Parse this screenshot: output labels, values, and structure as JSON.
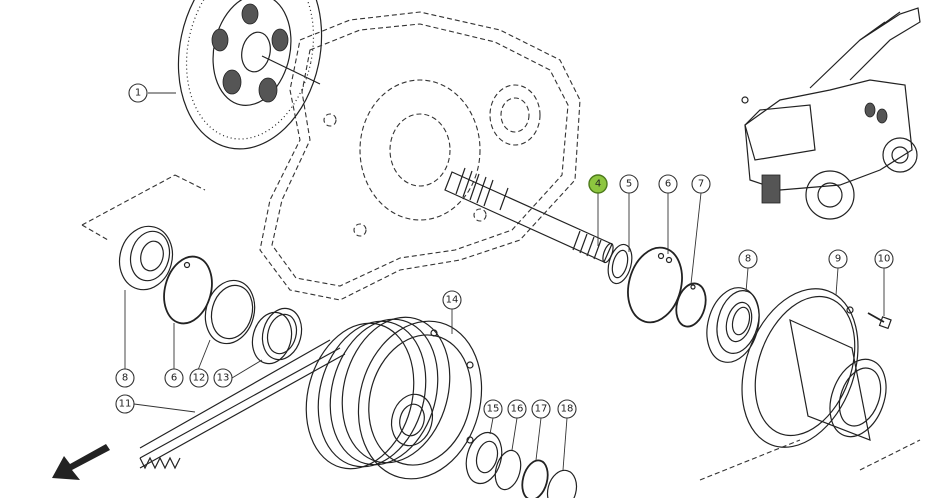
{
  "callouts": [
    {
      "id": "1",
      "label": "1",
      "highlighted": false
    },
    {
      "id": "4",
      "label": "4",
      "highlighted": true
    },
    {
      "id": "5",
      "label": "5",
      "highlighted": false
    },
    {
      "id": "6a",
      "label": "6",
      "highlighted": false
    },
    {
      "id": "7",
      "label": "7",
      "highlighted": false
    },
    {
      "id": "8a",
      "label": "8",
      "highlighted": false
    },
    {
      "id": "9",
      "label": "9",
      "highlighted": false
    },
    {
      "id": "10",
      "label": "10",
      "highlighted": false
    },
    {
      "id": "8b",
      "label": "8",
      "highlighted": false
    },
    {
      "id": "6b",
      "label": "6",
      "highlighted": false
    },
    {
      "id": "12",
      "label": "12",
      "highlighted": false
    },
    {
      "id": "13",
      "label": "13",
      "highlighted": false
    },
    {
      "id": "11",
      "label": "11",
      "highlighted": false
    },
    {
      "id": "14",
      "label": "14",
      "highlighted": false
    },
    {
      "id": "15",
      "label": "15",
      "highlighted": false
    },
    {
      "id": "16",
      "label": "16",
      "highlighted": false
    },
    {
      "id": "17",
      "label": "17",
      "highlighted": false
    },
    {
      "id": "18",
      "label": "18",
      "highlighted": false
    }
  ],
  "colors": {
    "highlight": "#8dc63f",
    "line": "#222222",
    "background": "#ffffff"
  },
  "icons": {
    "direction_arrow": "arrow-down-left-icon",
    "machine_thumbnail": "forage-harvester-icon"
  }
}
